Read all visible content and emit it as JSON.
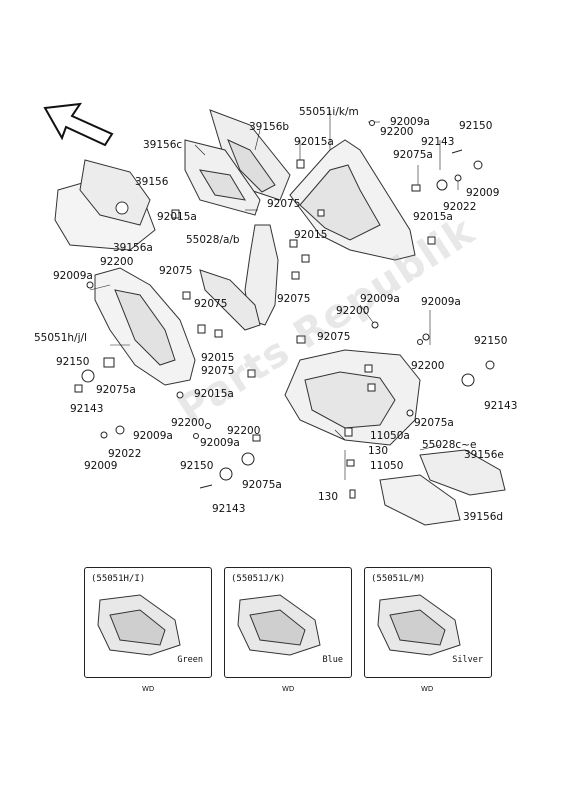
{
  "watermark": "Parts Republik",
  "parts": {
    "p55051ikm": "55051i/k/m",
    "p92009a_top": "92009a",
    "p39156b": "39156b",
    "p39156c": "39156c",
    "p92200_top": "92200",
    "p92150_top": "92150",
    "p92015a_top": "92015a",
    "p92143_top": "92143",
    "p92075a_top": "92075a",
    "p39156": "39156",
    "p92009_top": "92009",
    "p92075_1": "92075",
    "p92022_top": "92022",
    "p92015a_2": "92015a",
    "p92015_1": "92015",
    "p92015a_3": "92015a",
    "p39156a": "39156a",
    "p55028ab": "55028/a/b",
    "p92200_l": "92200",
    "p92075_2": "92075",
    "p92009a_l": "92009a",
    "p92075_3": "92075",
    "p92075_4": "92075",
    "p92009a_m": "92009a",
    "p92009a_r": "92009a",
    "p92200_m": "92200",
    "p55051hjl": "55051h/j/l",
    "p92075_5": "92075",
    "p92150_r": "92150",
    "p92015_2": "92015",
    "p92150_l": "92150",
    "p92200_r": "92200",
    "p92075a_l": "92075a",
    "p92075_6": "92075",
    "p92143_l": "92143",
    "p92015a_4": "92015a",
    "p92143_r": "92143",
    "p92075a_r": "92075a",
    "p92200_b": "92200",
    "p92009a_b": "92009a",
    "p92200_b2": "92200",
    "p11050a": "11050a",
    "p92009a_b2": "92009a",
    "p92022_l": "92022",
    "p130_1": "130",
    "p55028ce": "55028c~e",
    "p92009_l": "92009",
    "p11050": "11050",
    "p39156e": "39156e",
    "p92150_b": "92150",
    "p92075a_b": "92075a",
    "p130_2": "130",
    "p92143_b": "92143",
    "p39156d": "39156d"
  },
  "variants": [
    {
      "code": "(55051H/I)",
      "color": "Green",
      "footer": "WD"
    },
    {
      "code": "(55051J/K)",
      "color": "Blue",
      "footer": "WD"
    },
    {
      "code": "(55051L/M)",
      "color": "Silver",
      "footer": "WD"
    }
  ]
}
